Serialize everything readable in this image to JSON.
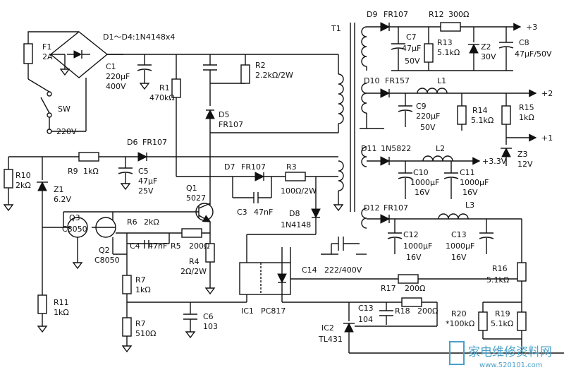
{
  "labels": {
    "F1": "F1",
    "F1_val": "2A",
    "SW": "SW",
    "AC": "220V",
    "bridge": "D1～D4:1N4148x4",
    "C1": "C1",
    "C1_v1": "220μF",
    "C1_v2": "400V",
    "R1": "R1",
    "R1_v": "470kΩ",
    "R2": "R2",
    "R2_v": "2.2kΩ/2W",
    "D5": "D5",
    "D5_v": "FR107",
    "T1": "T1",
    "D6": "D6",
    "D6_v": "FR107",
    "R9": "R9",
    "R9_v": "1kΩ",
    "C5": "C5",
    "C5_v1": "47μF",
    "C5_v2": "25V",
    "R10": "R10",
    "R10_v": "2kΩ",
    "Z1": "Z1",
    "Z1_v": "6.2V",
    "Q1": "Q1",
    "Q1_v": "5027",
    "D7": "D7",
    "D7_v": "FR107",
    "R3": "R3",
    "R3_v": "100Ω/2W",
    "C3": "C3",
    "C3_v": "47nF",
    "D8": "D8",
    "D8_v": "1N4148",
    "Q3": "Q3",
    "Q3_v": "C8050",
    "Q2": "Q2",
    "Q2_v": "C8050",
    "R6": "R6",
    "R6_v": "2kΩ",
    "C4": "C4",
    "C4_v": "47nF",
    "R5": "R5",
    "R5_v": "200Ω",
    "R4": "R4",
    "R4_v": "2Ω/2W",
    "R7a": "R7",
    "R7a_v": "1kΩ",
    "R7b": "R7",
    "R7b_v": "510Ω",
    "C6": "C6",
    "C6_v": "103",
    "R11": "R11",
    "R11_v": "1kΩ",
    "C14": "C14",
    "C14_v": "222/400V",
    "IC1": "IC1",
    "IC1_v": "PC817",
    "IC2": "IC2",
    "IC2_v": "TL431",
    "C13b": "C13",
    "C13b_v": "104",
    "R17": "R17",
    "R17_v": "200Ω",
    "R18": "R18",
    "R18_v": "200Ω",
    "D9": "D9",
    "D9_v": "FR107",
    "R12": "R12",
    "R12_v": "300Ω",
    "C7": "C7",
    "C7_v1": "47μF",
    "C7_v2": "50V",
    "R13": "R13",
    "R13_v": "5.1kΩ",
    "Z2": "Z2",
    "Z2_v": "30V",
    "C8": "C8",
    "C8_v": "47μF/50V",
    "out3": "+3",
    "D10": "D10",
    "D10_v": "FR157",
    "L1": "L1",
    "C9": "C9",
    "C9_v1": "220μF",
    "C9_v2": "50V",
    "R14": "R14",
    "R14_v": "5.1kΩ",
    "R15": "R15",
    "R15_v": "1kΩ",
    "out2": "+2",
    "out1": "+1",
    "Z3": "Z3",
    "Z3_v": "12V",
    "D11": "D11",
    "D11_v": "1N5822",
    "L2": "L2",
    "out33": "+3.3V",
    "C10": "C10",
    "C10_v1": "1000μF",
    "C10_v2": "16V",
    "C11": "C11",
    "C11_v1": "1000μF",
    "C11_v2": "16V",
    "D12": "D12",
    "D12_v": "FR107",
    "L3": "L3",
    "C12": "C12",
    "C12_v1": "1000μF",
    "C12_v2": "16V",
    "C13": "C13",
    "C13_v1": "1000μF",
    "C13_v2": "16V",
    "R16": "R16",
    "R16_v": "5.1kΩ",
    "R20": "R20",
    "R20_v": "*100kΩ",
    "R19": "R19",
    "R19_v": "5.1kΩ"
  },
  "watermark": {
    "title": "家电维修资料网",
    "url": "www.520101.com",
    "color": "#4aa0c8"
  }
}
